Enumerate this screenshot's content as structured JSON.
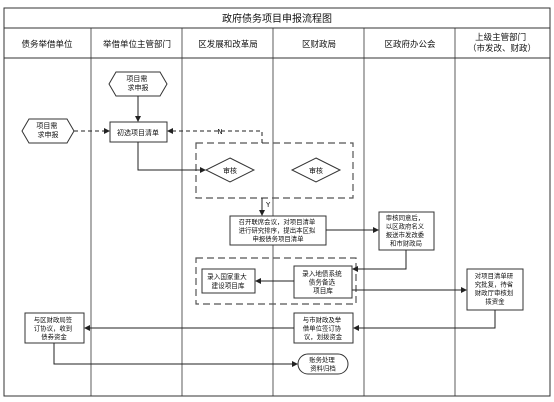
{
  "title": "政府债务项目申报流程图",
  "lanes": [
    {
      "label_lines": [
        "债务举借单位"
      ]
    },
    {
      "label_lines": [
        "举借单位主管部门"
      ]
    },
    {
      "label_lines": [
        "区发展和改革局"
      ]
    },
    {
      "label_lines": [
        "区财政局"
      ]
    },
    {
      "label_lines": [
        "区政府办公会"
      ]
    },
    {
      "label_lines": [
        "上级主管部门",
        "（市发改、财政）"
      ]
    }
  ],
  "nodes": {
    "need_apply_1": {
      "lines": [
        "项目需",
        "求申报"
      ]
    },
    "need_apply_2": {
      "lines": [
        "项目需",
        "求申报"
      ]
    },
    "initial_select": {
      "lines": [
        "初选项目清单"
      ]
    },
    "review_1": {
      "lines": [
        "审核"
      ]
    },
    "review_2": {
      "lines": [
        "审核"
      ]
    },
    "joint_meeting": {
      "lines": [
        "召开联席会议，对项目清单",
        "进行研究排序，提出本区拟",
        "申报债务项目清单"
      ]
    },
    "gov_approve": {
      "lines": [
        "审核同意后，",
        "以区政府名义",
        "报送市发改委",
        "和市财政局"
      ]
    },
    "national_lib": {
      "lines": [
        "录入国家重大",
        "建设项目库"
      ]
    },
    "local_lib": {
      "lines": [
        "录入地债系统",
        "债务备选",
        "项目库"
      ]
    },
    "upper_study": {
      "lines": [
        "对项目清单研",
        "究批复，待省",
        "财政厅审核划",
        "拨资金"
      ]
    },
    "agree_district": {
      "lines": [
        "与市财政及举",
        "借单位签订协",
        "议，划拨资金"
      ]
    },
    "agree_unit": {
      "lines": [
        "与区财政局签",
        "订协议，收到",
        "债券资金"
      ]
    },
    "archive": {
      "lines": [
        "账务处理",
        "资料归档"
      ]
    }
  },
  "edge_labels": {
    "no": "N",
    "yes": "Y"
  }
}
